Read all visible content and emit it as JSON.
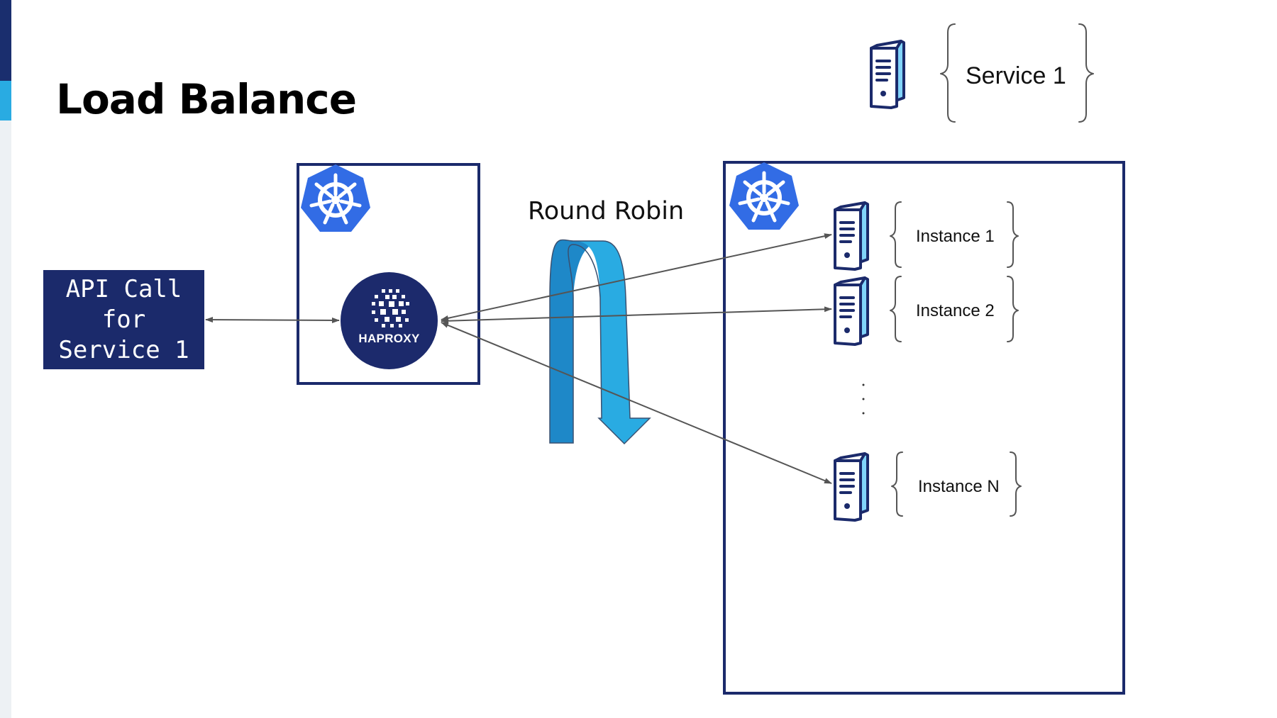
{
  "slide": {
    "title": "Load Balance"
  },
  "client": {
    "label": "API Call\nfor\nService 1"
  },
  "load_balancer": {
    "logo_text": "HAPROXY",
    "cluster_icon": "kubernetes-helm-icon"
  },
  "routing": {
    "strategy_label": "Round Robin"
  },
  "service": {
    "label": "Service 1",
    "icon": "server-icon"
  },
  "instances": [
    {
      "label": "Instance 1",
      "icon": "server-icon"
    },
    {
      "label": "Instance 2",
      "icon": "server-icon"
    },
    {
      "label": "Instance N",
      "icon": "server-icon"
    }
  ],
  "colors": {
    "navy": "#1b2a6b",
    "kubernetes_blue": "#326ce5",
    "arrow_light": "#29abe2",
    "arrow_dark": "#1e88c8",
    "server_light": "#81d4fa"
  }
}
